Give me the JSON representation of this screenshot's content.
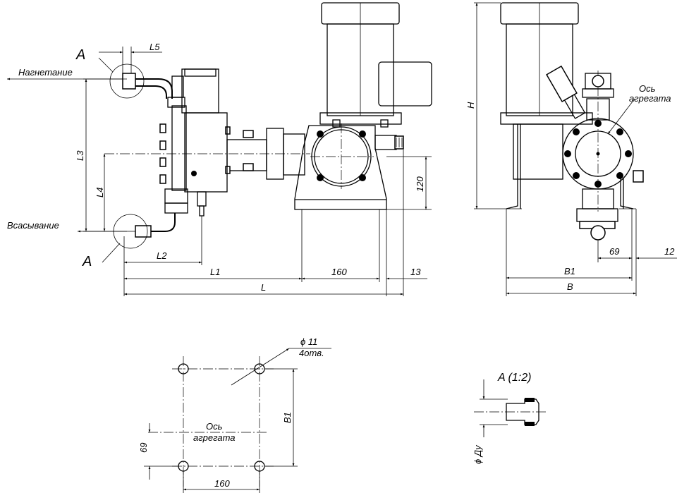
{
  "labels": {
    "discharge": "Нагнетание",
    "suction": "Всасывание",
    "view_a_top": "A",
    "view_a_bottom": "A",
    "axis_side_1": "Ось",
    "axis_side_2": "агрегата",
    "axis_plan_1": "Ось",
    "axis_plan_2": "агрегата",
    "hole_dia": "ϕ 11",
    "hole_count": "4отв.",
    "detail_title": "A (1:2)",
    "detail_dia": "ϕ Ду"
  },
  "dimensions": {
    "L5": "L5",
    "L3": "L3",
    "L4": "L4",
    "L2": "L2",
    "L1": "L1",
    "L": "L",
    "d160_front": "160",
    "d13": "13",
    "d120": "120",
    "H": "H",
    "B1_side": "B1",
    "B": "B",
    "d69_side": "69",
    "d12": "12",
    "B1_plan": "B1",
    "d69_plan": "69",
    "d160_plan": "160"
  },
  "icons": {
    "arrowheads": "filled-triangle"
  }
}
